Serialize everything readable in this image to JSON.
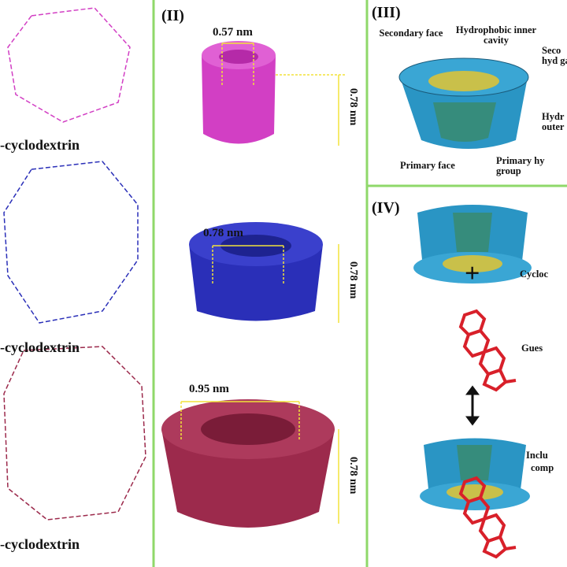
{
  "panel_i": {
    "labels": [
      "-cyclodextrin",
      "-cyclodextrin",
      "-cyclodextrin"
    ]
  },
  "panel_ii": {
    "title": "(II)",
    "cups": [
      {
        "color": "#d23fc4",
        "top_diameter": "0.57 nm",
        "height": "0.78 nm"
      },
      {
        "color": "#2a2fb8",
        "top_diameter": "0.78 nm",
        "height": "0.78 nm"
      },
      {
        "color": "#9c2a4c",
        "top_diameter": "0.95 nm",
        "height": "0.78 nm"
      }
    ]
  },
  "panel_iii": {
    "title": "(III)",
    "labels": {
      "secondary_face": "Secondary face",
      "inner_cavity": "Hydrophobic inner cavity",
      "secondary_hydroxyl": "Seco hyd ga",
      "outer": "Hydr outer",
      "primary_face": "Primary face",
      "primary_hydroxyl": "Primary hy group"
    }
  },
  "panel_iv": {
    "title": "(IV)",
    "plus": "+",
    "labels": {
      "cyclodextrin": "Cycloc",
      "guest": "Gues",
      "inclusion_1": "Inclu",
      "inclusion_2": "comp"
    }
  },
  "colors": {
    "divider": "#8fd86a",
    "cup_blue": "#2a95c4",
    "cavity": "#c9c04a",
    "guest": "#d8202a",
    "dim_line": "#f2e23a"
  }
}
